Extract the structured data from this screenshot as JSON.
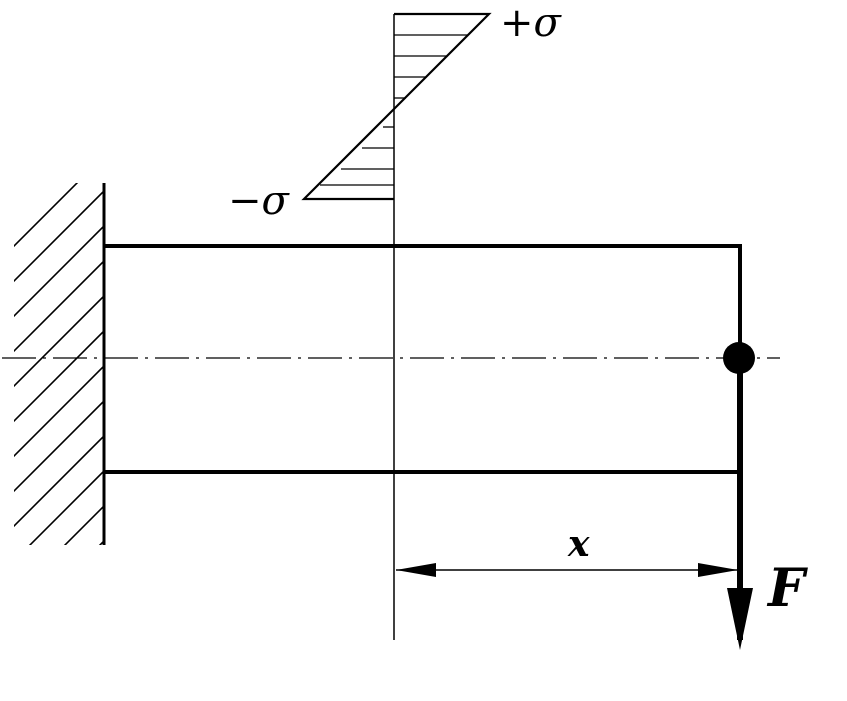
{
  "diagram": {
    "labels": {
      "plus_sigma": "+σ",
      "minus_sigma": "−σ",
      "distance": "x",
      "force": "F"
    },
    "colors": {
      "ink": "#000000",
      "background": "#ffffff"
    }
  }
}
